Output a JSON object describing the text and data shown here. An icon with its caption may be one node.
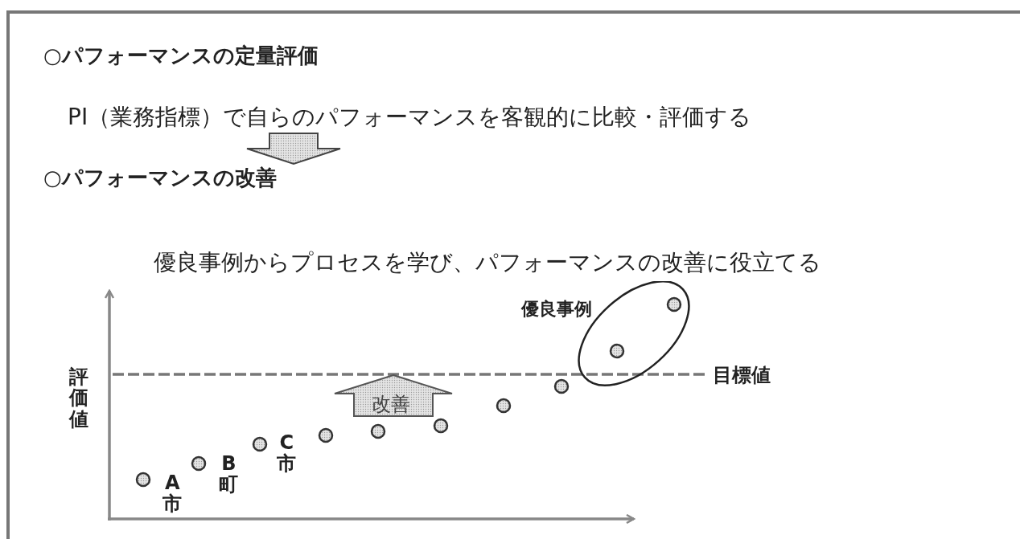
{
  "diagram": {
    "nodes": [
      {
        "text": [
          "○パフォーマンスの定量評価"
        ]
      },
      {
        "text": [
          "PI（業務指標）で自らのパフォーマンスを客観的に比較・評価する"
        ]
      },
      {
        "text": [
          "○パフォーマンスの改善"
        ]
      },
      {
        "text": [
          "優良事例"
        ]
      },
      {
        "text": [
          "改善"
        ]
      }
    ],
    "edges": [
      {
        "from": 1,
        "to": 2,
        "arrow": "to"
      }
    ],
    "labels": [
      "優良事例からプロセスを学び、パフォーマンスの改善に役立てる",
      "評価値",
      "目標値",
      "A市",
      "B町",
      "C市"
    ]
  }
}
